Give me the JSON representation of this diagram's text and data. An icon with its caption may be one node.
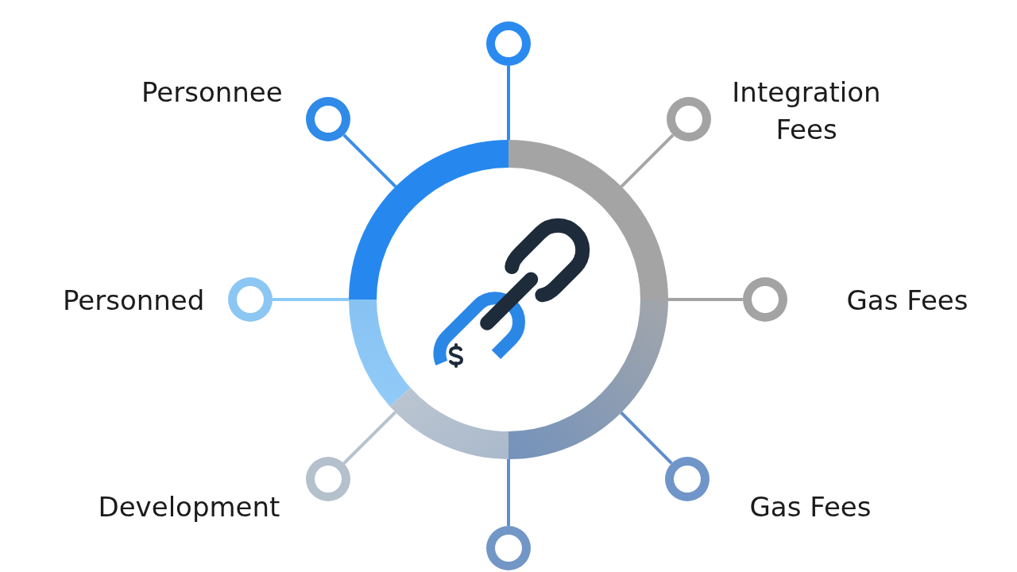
{
  "diagram": {
    "nodes": [
      {
        "text": [],
        "shape": "circle"
      },
      {
        "text": [],
        "shape": "circle",
        "beside": [
          "Personnee"
        ]
      },
      {
        "text": [],
        "shape": "circle",
        "beside": [
          "Integration Fees"
        ]
      },
      {
        "text": [],
        "shape": "circle"
      },
      {
        "text": [],
        "shape": "circle",
        "beside": [
          "Personned"
        ]
      },
      {
        "text": [],
        "shape": "circle",
        "beside": [
          "Gas Fees"
        ]
      },
      {
        "text": [],
        "shape": "circle",
        "beside": [
          "Development"
        ]
      },
      {
        "text": [],
        "shape": "circle",
        "beside": [
          "Gas Fees"
        ]
      },
      {
        "text": [],
        "shape": "circle"
      }
    ],
    "edges": [
      {
        "from": 3,
        "to": 0,
        "arrow": "none",
        "color": "#2d8cf0"
      },
      {
        "from": 3,
        "to": 1,
        "arrow": "none",
        "color": "#3a8ee6"
      },
      {
        "from": 3,
        "to": 2,
        "arrow": "none",
        "color": "#a6a6a6"
      },
      {
        "from": 3,
        "to": 4,
        "arrow": "none",
        "color": "#8ccaf6"
      },
      {
        "from": 3,
        "to": 5,
        "arrow": "none",
        "color": "#a3a3a3"
      },
      {
        "from": 3,
        "to": 6,
        "arrow": "none",
        "color": "#b5c2cf"
      },
      {
        "from": 3,
        "to": 7,
        "arrow": "none",
        "color": "#5f8ccc"
      },
      {
        "from": 3,
        "to": 8,
        "arrow": "none",
        "color": "#5b8fd6"
      }
    ]
  }
}
